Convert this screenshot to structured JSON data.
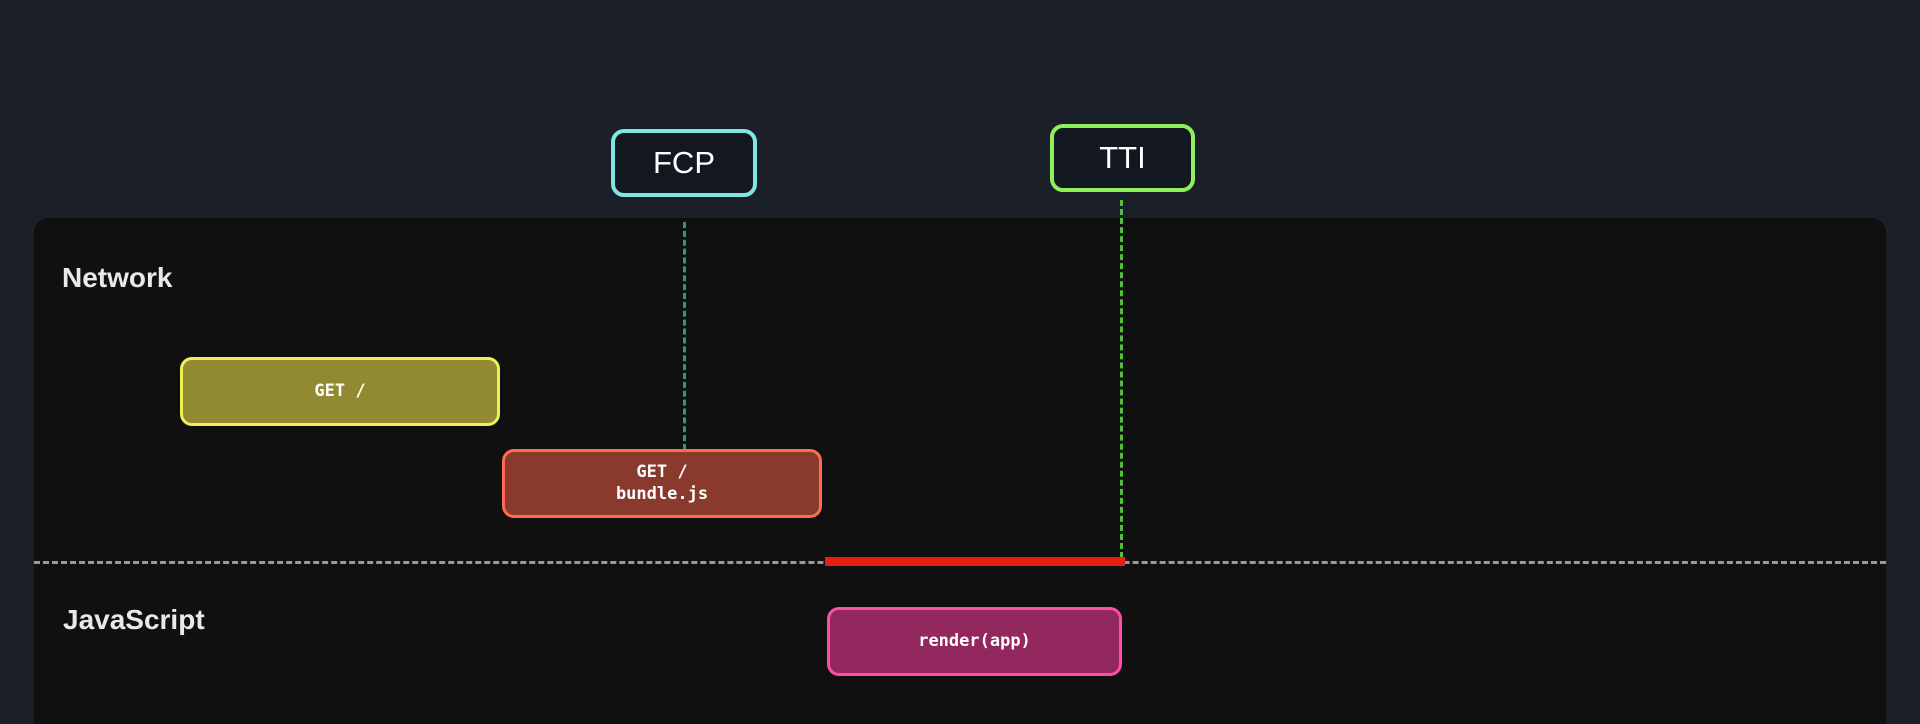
{
  "markers": {
    "fcp": {
      "label": "FCP",
      "color": "#7fe7e1"
    },
    "tti": {
      "label": "TTI",
      "color": "#8ef05a"
    }
  },
  "lanes": {
    "network": "Network",
    "javascript": "JavaScript"
  },
  "blocks": {
    "get_root": {
      "label": "GET /",
      "fill": "#928a31",
      "border": "#eef05a"
    },
    "get_bundle": {
      "label": "GET /\nbundle.js",
      "fill": "#8a3a2d",
      "border": "#ff6a55"
    },
    "render_app": {
      "label": "render(app)",
      "fill": "#92285d",
      "border": "#ff4fa4"
    }
  },
  "colors": {
    "background": "#1b1f27",
    "panel": "#101010",
    "fcp_line": "#2f9a6e",
    "tti_line": "#55bd3d",
    "divider": "#9a9a9a",
    "gap_bar": "#e81f10"
  }
}
